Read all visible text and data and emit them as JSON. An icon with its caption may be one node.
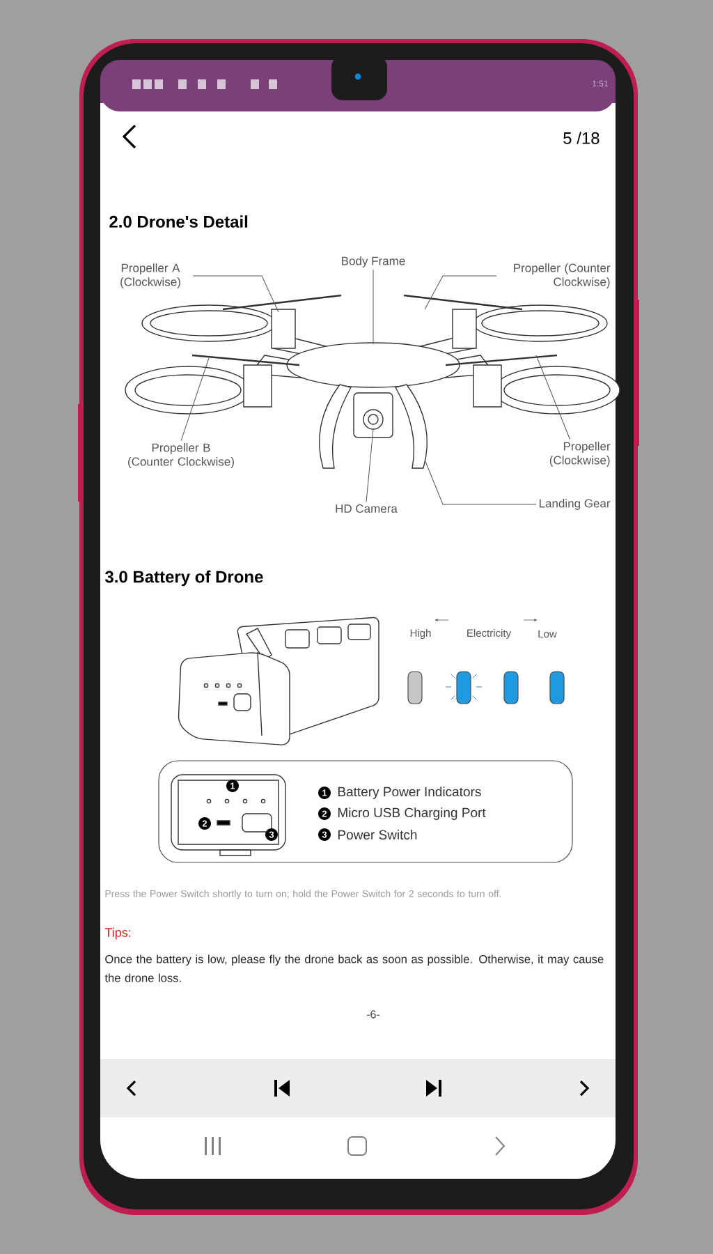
{
  "diagram": {
    "nodes": [
      {
        "text": [
          "Propeller A (Clockwise)"
        ]
      },
      {
        "text": [
          "Body Frame"
        ]
      },
      {
        "text": [
          "Propeller (Counter Clockwise)"
        ]
      },
      {
        "text": [
          "Propeller B (Counter Clockwise)"
        ]
      },
      {
        "text": [
          "Propeller (Clockwise)"
        ]
      },
      {
        "text": [
          "HD Camera"
        ]
      },
      {
        "text": [
          "Landing Gear"
        ]
      }
    ],
    "edges": [
      {
        "from": 0,
        "to": null,
        "arrow": "none"
      },
      {
        "from": 1,
        "to": null,
        "arrow": "none"
      },
      {
        "from": 2,
        "to": null,
        "arrow": "none"
      },
      {
        "from": 3,
        "to": null,
        "arrow": "none"
      },
      {
        "from": 4,
        "to": null,
        "arrow": "none"
      },
      {
        "from": 5,
        "to": null,
        "arrow": "none"
      },
      {
        "from": 6,
        "to": null,
        "arrow": "none"
      }
    ],
    "labels": [
      "1:51",
      "5 /18",
      "2.0 Drone's Detail",
      "3.0 Battery of Drone",
      "High",
      "Electricity",
      "Low",
      "1",
      "2",
      "3",
      "1",
      "Battery Power Indicators",
      "2",
      "Micro USB Charging Port",
      "3",
      "Power Switch",
      "Press the Power Switch shortly to turn on; hold the Power Switch for 2 seconds to turn off.",
      "Tips:",
      "Once the battery is low, please fly the drone back as soon as possible. Otherwise, it may cause the drone loss.",
      "-6-"
    ]
  }
}
